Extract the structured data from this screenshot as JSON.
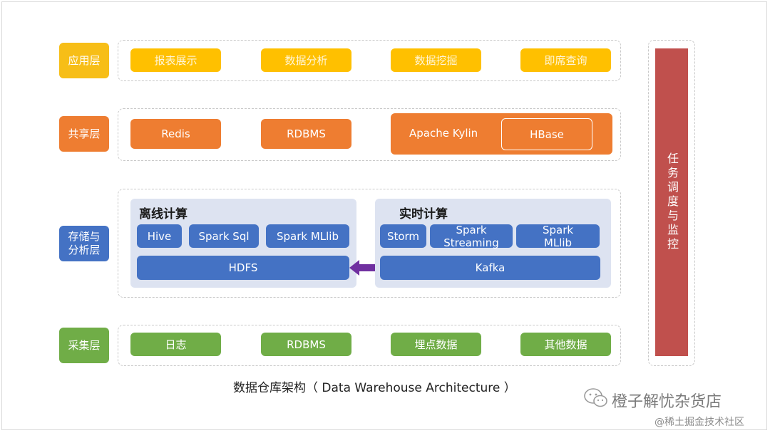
{
  "layers": {
    "application": {
      "label": "应用层",
      "items": [
        "报表展示",
        "数据分析",
        "数据挖掘",
        "即席查询"
      ]
    },
    "shared": {
      "label": "共享层",
      "items": [
        "Redis",
        "RDBMS"
      ],
      "group_label": "Apache Kylin",
      "group_inner": "HBase"
    },
    "storage": {
      "label_line1": "存储与",
      "label_line2": "分析层",
      "offline": {
        "title": "离线计算",
        "items": [
          "Hive",
          "Spark Sql",
          "Spark MLlib"
        ],
        "base": "HDFS"
      },
      "realtime": {
        "title": "实时计算",
        "items": [
          {
            "line1": "Storm",
            "line2": ""
          },
          {
            "line1": "Spark",
            "line2": "Streaming"
          },
          {
            "line1": "Spark",
            "line2": "MLlib"
          }
        ],
        "base": "Kafka"
      }
    },
    "collection": {
      "label": "采集层",
      "items": [
        "日志",
        "RDBMS",
        "埋点数据",
        "其他数据"
      ]
    }
  },
  "task_column": "任务调度与监控",
  "caption": "数据仓库架构（ Data Warehouse Architecture ）",
  "watermark": {
    "line1": "橙子解忧杂货店",
    "line2": "@稀土掘金技术社区"
  },
  "colors": {
    "yellow": "#ffc000",
    "orange": "#ee7d31",
    "blue": "#4472c4",
    "green": "#70ad47",
    "red": "#c0504d",
    "arrow": "#7030a0"
  }
}
